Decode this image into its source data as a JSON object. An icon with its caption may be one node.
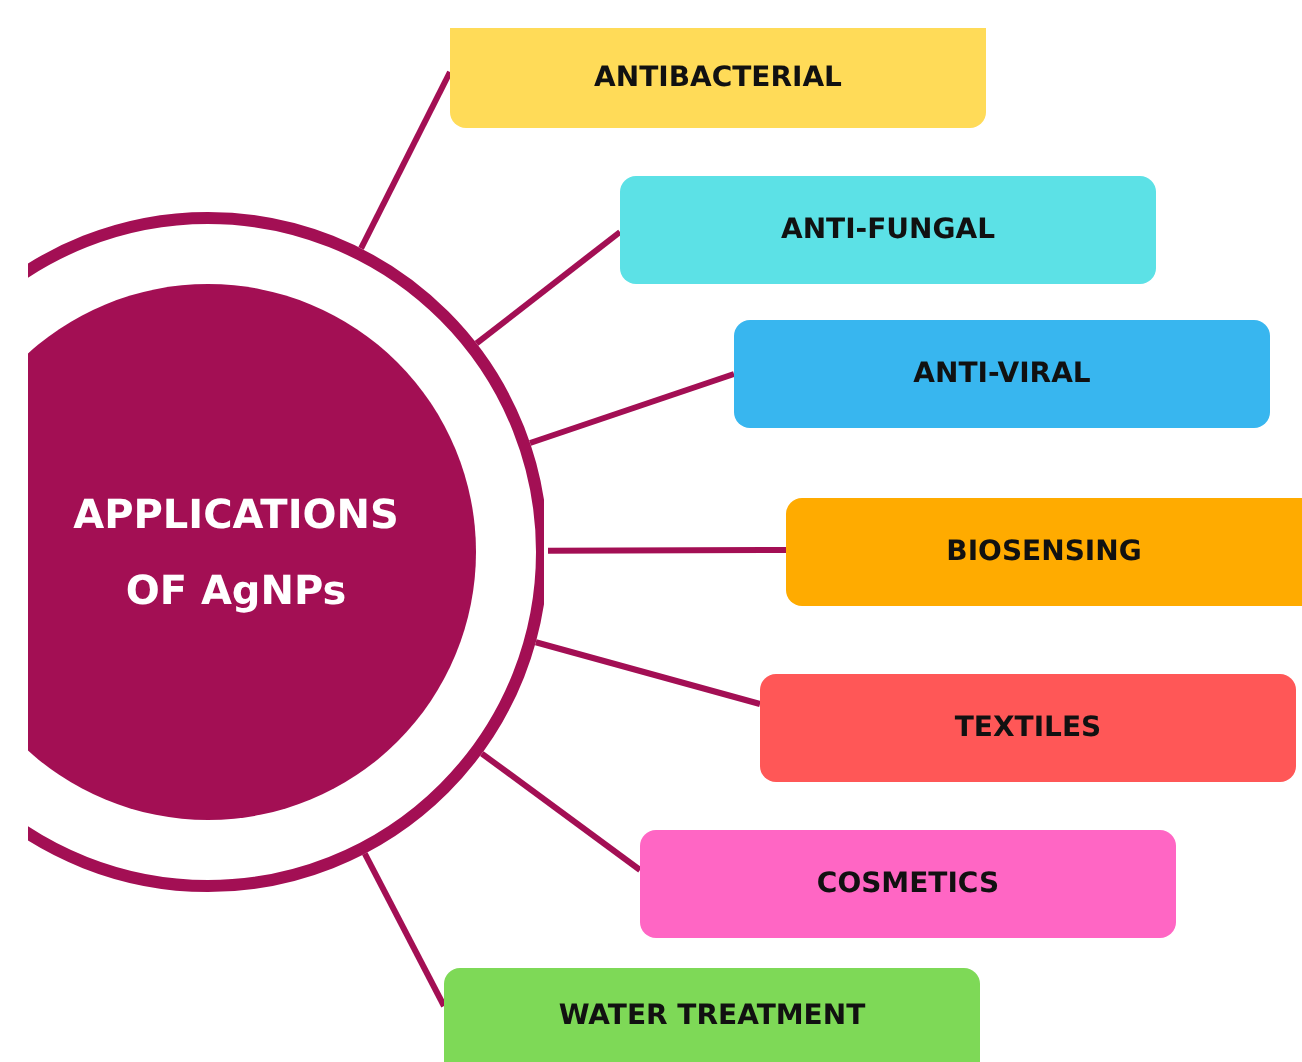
{
  "diagram": {
    "nodes": [
      {
        "text": [
          "APPLICATIONS OF AgNPs"
        ]
      },
      {
        "text": [
          "ANTIBACTERIAL"
        ]
      },
      {
        "text": [
          "ANTI-FUNGAL"
        ]
      },
      {
        "text": [
          "ANTI-VIRAL"
        ]
      },
      {
        "text": [
          "BIOSENSING"
        ]
      },
      {
        "text": [
          "TEXTILES"
        ]
      },
      {
        "text": [
          "COSMETICS"
        ]
      },
      {
        "text": [
          "WATER TREATMENT"
        ]
      }
    ],
    "edges": [
      {
        "from": 0,
        "to": 1,
        "arrow": "none"
      },
      {
        "from": 0,
        "to": 2,
        "arrow": "none"
      },
      {
        "from": 0,
        "to": 3,
        "arrow": "none"
      },
      {
        "from": 0,
        "to": 4,
        "arrow": "none"
      },
      {
        "from": 0,
        "to": 5,
        "arrow": "none"
      },
      {
        "from": 0,
        "to": 6,
        "arrow": "none"
      },
      {
        "from": 0,
        "to": 7,
        "arrow": "none"
      }
    ]
  }
}
